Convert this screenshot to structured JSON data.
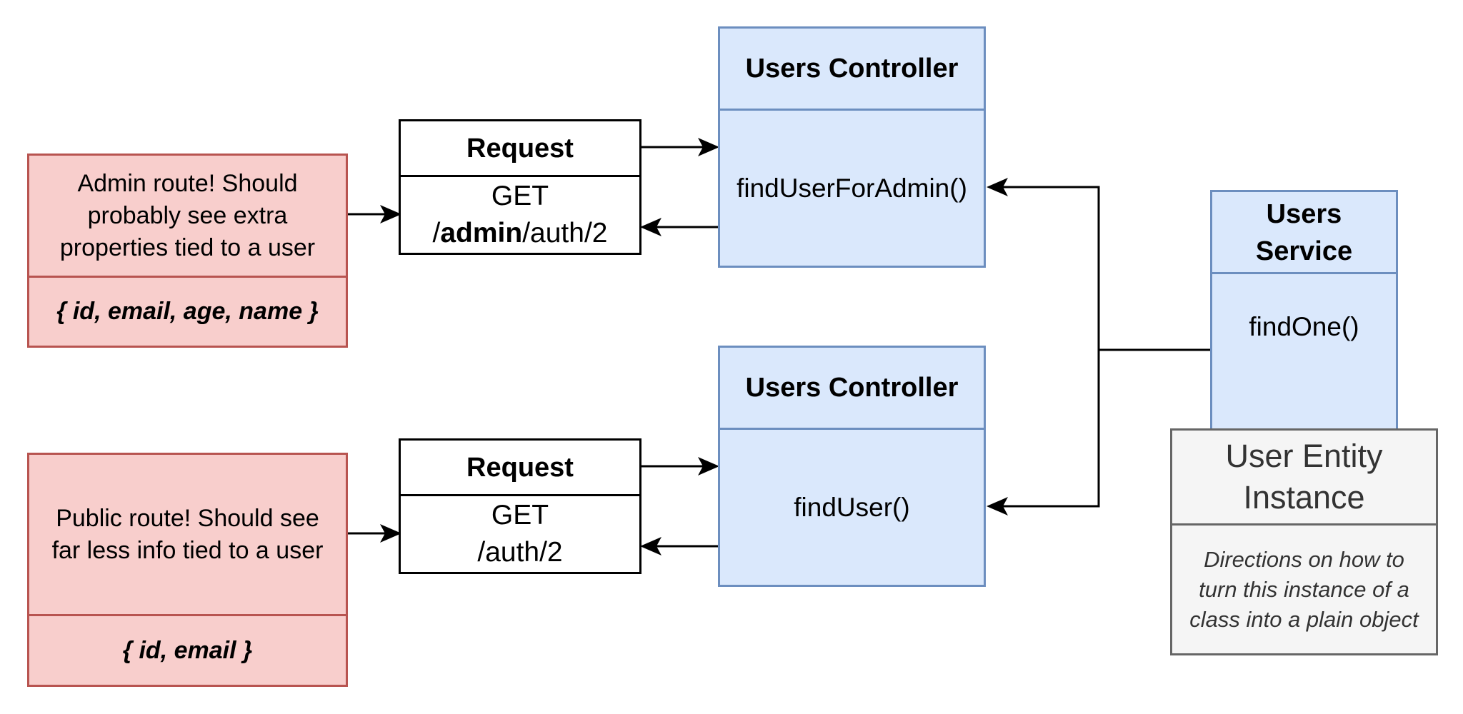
{
  "admin_note": {
    "text_lines": [
      "Admin route! Should",
      "probably see extra",
      "properties tied to a user"
    ],
    "fields": "{ id, email, age, name }"
  },
  "public_note": {
    "text_lines": [
      "Public route! Should see",
      "far less info tied to a user"
    ],
    "fields": "{ id, email }"
  },
  "admin_request": {
    "title": "Request",
    "method": "GET",
    "path_prefix": "/",
    "path_bold": "admin",
    "path_suffix": "/auth/2"
  },
  "public_request": {
    "title": "Request",
    "method": "GET",
    "path": "/auth/2"
  },
  "admin_controller": {
    "title": "Users Controller",
    "method": "findUserForAdmin()"
  },
  "public_controller": {
    "title": "Users Controller",
    "method": "findUser()"
  },
  "users_service": {
    "title_lines": [
      "Users",
      "Service"
    ],
    "method": "findOne()"
  },
  "user_entity": {
    "title_lines": [
      "User Entity",
      "Instance"
    ],
    "description_lines": [
      "Directions on how to",
      "turn this instance of a",
      "class into a plain object"
    ]
  },
  "colors": {
    "note_fill": "#f8cecc",
    "note_border": "#b85450",
    "component_fill": "#dae8fc",
    "component_border": "#6c8ebf",
    "entity_fill": "#f5f5f5",
    "entity_border": "#666666"
  }
}
